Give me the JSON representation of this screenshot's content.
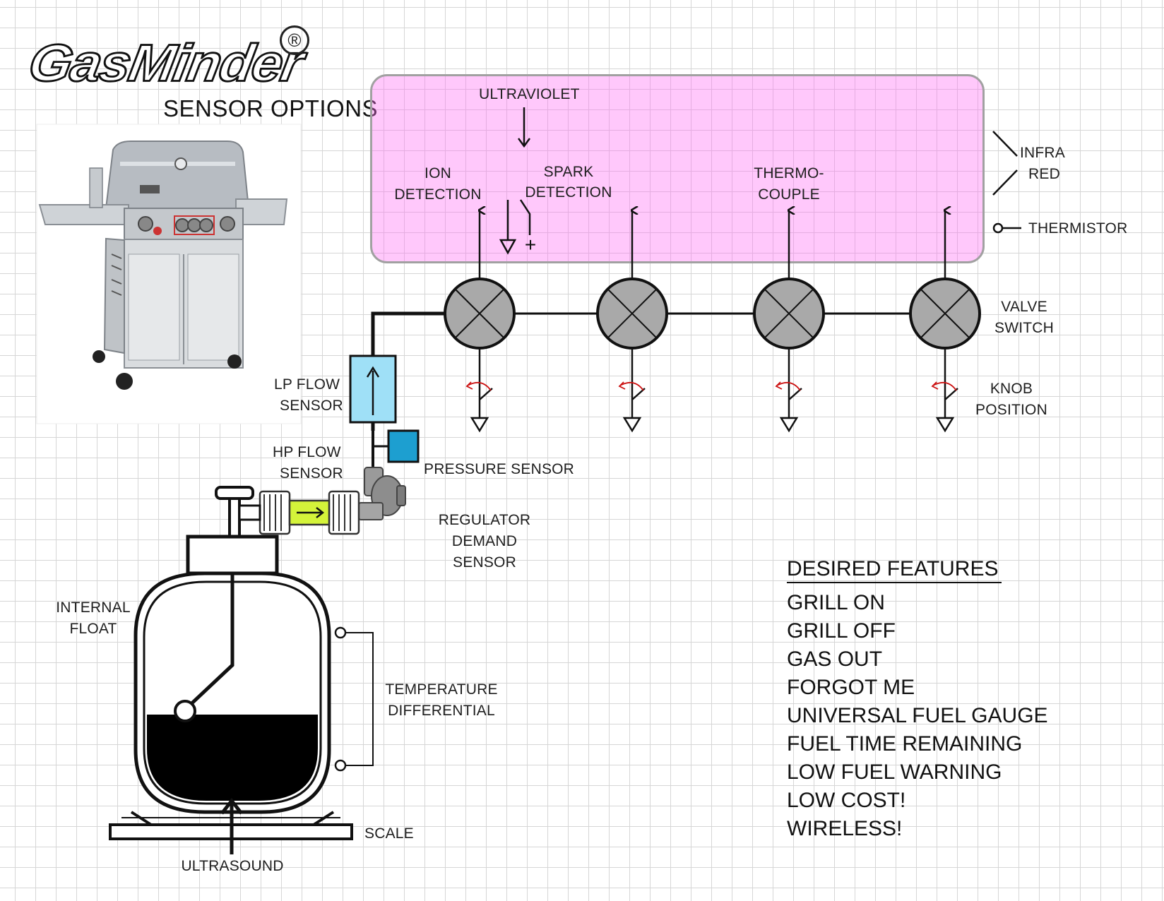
{
  "brand": {
    "name": "GasMinder",
    "registered_mark": "®"
  },
  "subtitle": "SENSOR OPTIONS",
  "labels": {
    "ultraviolet": "ULTRAVIOLET",
    "ion_1": "ION",
    "ion_2": "DETECTION",
    "spark_1": "SPARK",
    "spark_2": "DETECTION",
    "thermo_1": "THERMO-",
    "thermo_2": "COUPLE",
    "infra_1": "INFRA",
    "infra_2": "RED",
    "thermistor": "THERMISTOR",
    "valve_1": "VALVE",
    "valve_2": "SWITCH",
    "knob_1": "KNOB",
    "knob_2": "POSITION",
    "lp_1": "LP FLOW",
    "lp_2": "SENSOR",
    "hp_1": "HP FLOW",
    "hp_2": "SENSOR",
    "pressure": "PRESSURE SENSOR",
    "reg_1": "REGULATOR",
    "reg_2": "DEMAND",
    "reg_3": "SENSOR",
    "float_1": "INTERNAL",
    "float_2": "FLOAT",
    "temp_1": "TEMPERATURE",
    "temp_2": "DIFFERENTIAL",
    "scale": "SCALE",
    "ultrasound": "ULTRASOUND",
    "spark_plus": "+"
  },
  "features": {
    "title": "DESIRED FEATURES",
    "items": [
      "GRILL ON",
      "GRILL OFF",
      "GAS OUT",
      "FORGOT ME",
      "UNIVERSAL FUEL GAUGE",
      "FUEL TIME REMAINING",
      "LOW FUEL WARNING",
      "LOW COST!",
      "WIRELESS!"
    ]
  },
  "colors": {
    "sensor_zone": "#f7b3f3",
    "lp_flow": "#9fe0f7",
    "pressure": "#1d9fd0",
    "hp_flow": "#d4f33a",
    "valve_fill": "#a9a9a9",
    "knob_arrow": "#cc1111"
  }
}
